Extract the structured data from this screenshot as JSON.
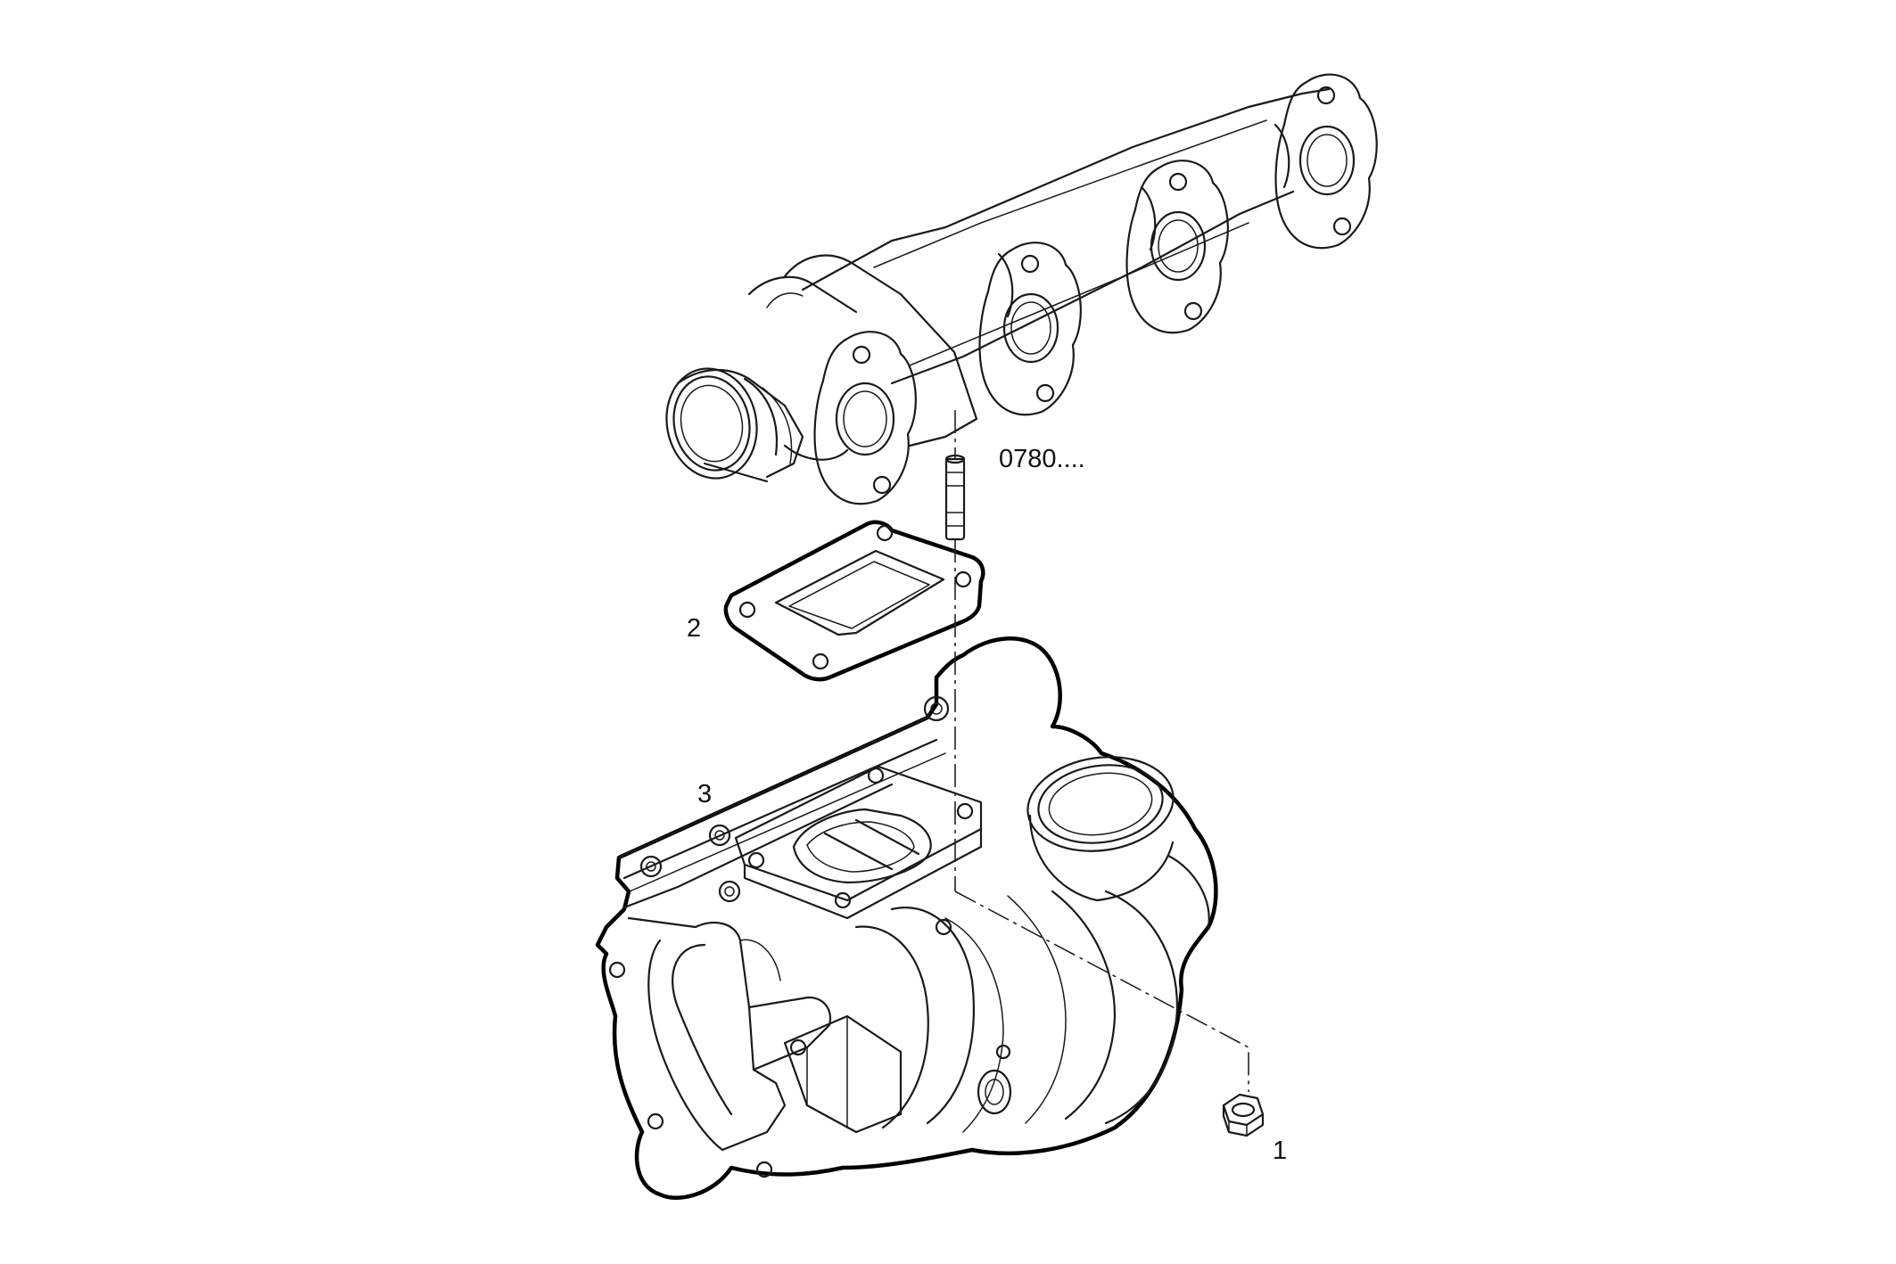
{
  "callouts": {
    "nut": "1",
    "gasket": "2",
    "turbocharger": "3",
    "manifold_ref": "0780...."
  }
}
